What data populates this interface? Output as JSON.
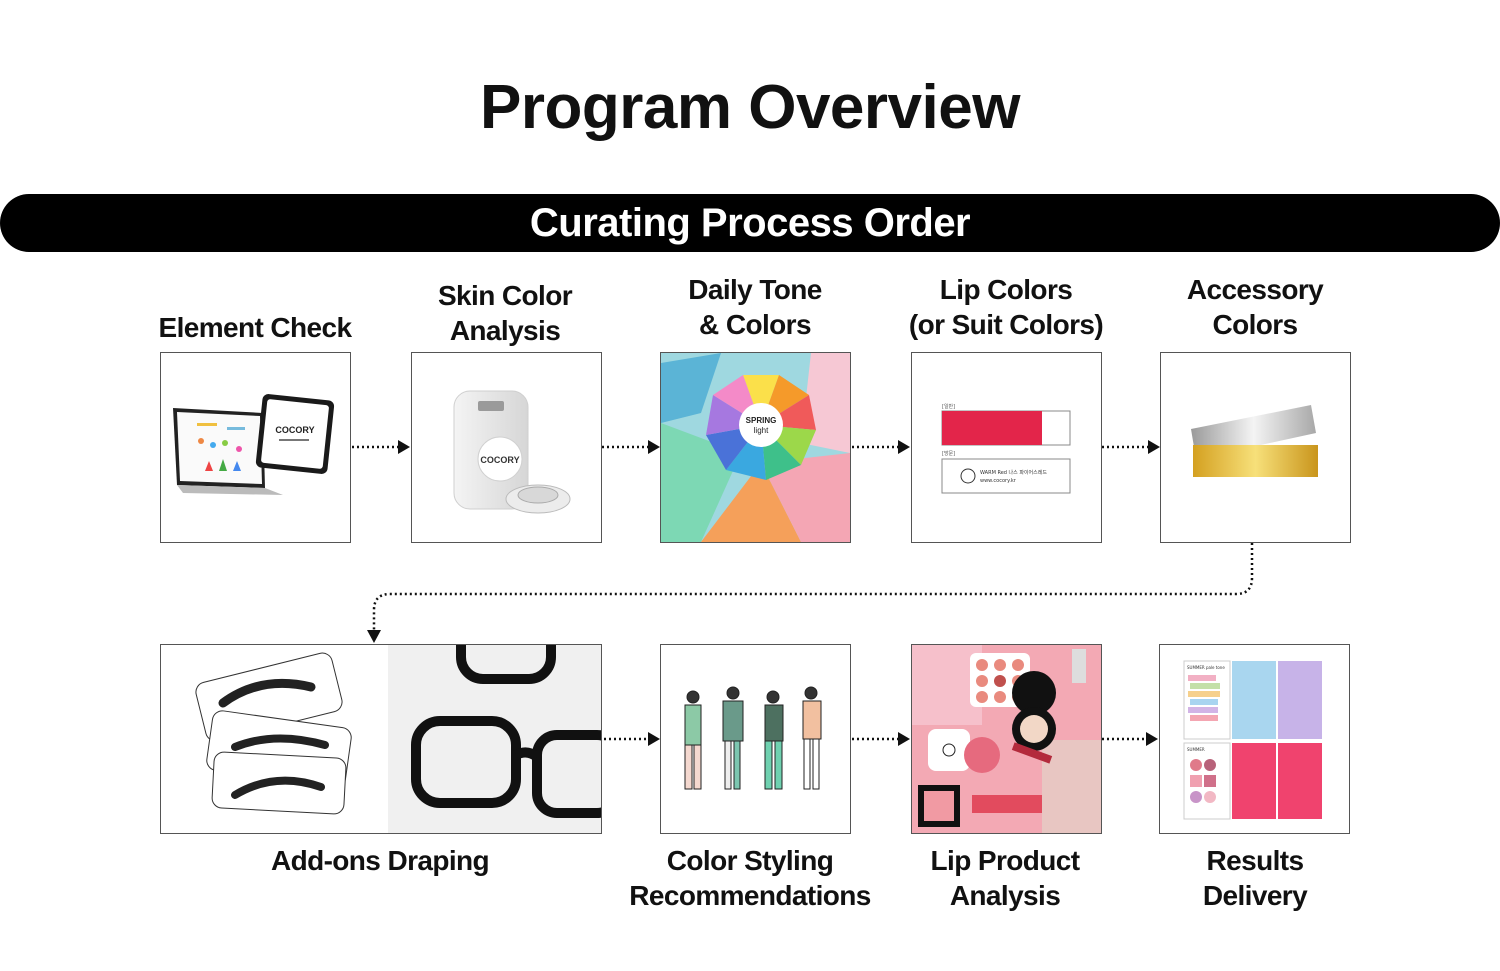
{
  "title": "Program Overview",
  "banner": "Curating Process Order",
  "steps": {
    "element_check": "Element Check",
    "skin_color_1": "Skin Color",
    "skin_color_2": "Analysis",
    "daily_tone_1": "Daily Tone",
    "daily_tone_2": "& Colors",
    "lip_colors_1": "Lip Colors",
    "lip_colors_2": "(or Suit Colors)",
    "accessory_1": "Accessory",
    "accessory_2": "Colors",
    "addons": "Add-ons Draping",
    "styling_1": "Color Styling",
    "styling_2": "Recommendations",
    "lip_product_1": "Lip Product",
    "lip_product_2": "Analysis",
    "results_1": "Results",
    "results_2": "Delivery"
  },
  "images": {
    "cocory_logo": "COCORY",
    "spring_1": "SPRING",
    "spring_2": "light",
    "lip_tag_1": "[일반]",
    "lip_tag_2": "[방문]",
    "lip_card_line1": "WARM Red 나스 파이어스레드",
    "lip_card_line2": "www.cocory.kr",
    "summer_1": "SUMMER pale tone",
    "summer_2": "SUMMER"
  },
  "colors": {
    "lip_red": "#e3254a",
    "gold": "#e0b43a",
    "silver": "#c8c8c8",
    "result_blue": "#a9d6ef",
    "result_purple": "#c7b3e8",
    "result_pink": "#f0436e"
  }
}
